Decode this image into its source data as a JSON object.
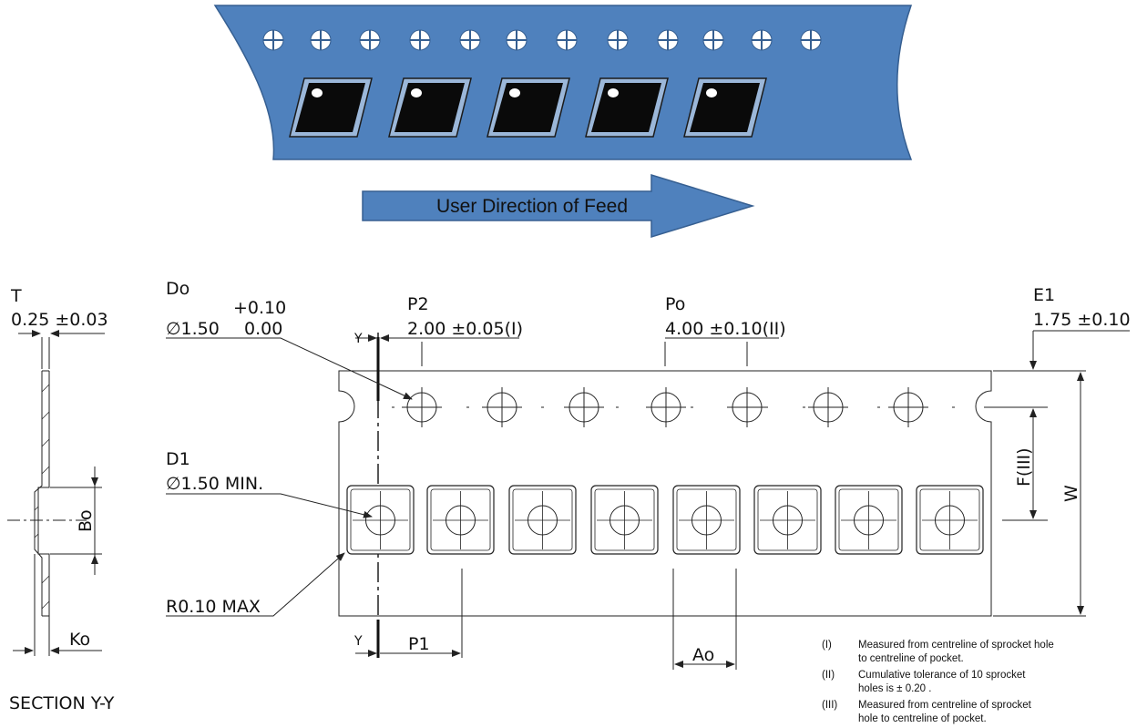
{
  "feed_arrow": {
    "label": "User Direction of Feed"
  },
  "colors": {
    "tape_blue": "#4f81bd",
    "tape_edge": "#365f91",
    "component": "#0a0a0a",
    "line": "#222222"
  },
  "section": {
    "title": "SECTION Y-Y",
    "t_label": "T",
    "t_value": "0.25 ±0.03",
    "bo_label": "Bo",
    "ko_label": "Ko"
  },
  "dims": {
    "do_label": "Do",
    "do_tol_plus": "+0.10",
    "do_value": "∅1.50",
    "do_tol_minus": "0.00",
    "p2_label": "P2",
    "p2_value": "2.00 ±0.05(I)",
    "po_label": "Po",
    "po_value": "4.00 ±0.10(II)",
    "e1_label": "E1",
    "e1_value": "1.75 ±0.10",
    "d1_label": "D1",
    "d1_value": "∅1.50 MIN.",
    "radius_label": "R0.10 MAX",
    "y_label": "Y",
    "p1_label": "P1",
    "ao_label": "Ao",
    "f_label": "F(III)",
    "w_label": "W"
  },
  "notes": [
    {
      "num": "(I)",
      "lines": [
        "Measured from centreline of sprocket hole",
        "to centreline of pocket."
      ]
    },
    {
      "num": "(II)",
      "lines": [
        "Cumulative tolerance of 10 sprocket",
        "holes is ± 0.20 ."
      ]
    },
    {
      "num": "(III)",
      "lines": [
        "Measured from centreline of sprocket",
        "hole to centreline of pocket."
      ]
    }
  ]
}
